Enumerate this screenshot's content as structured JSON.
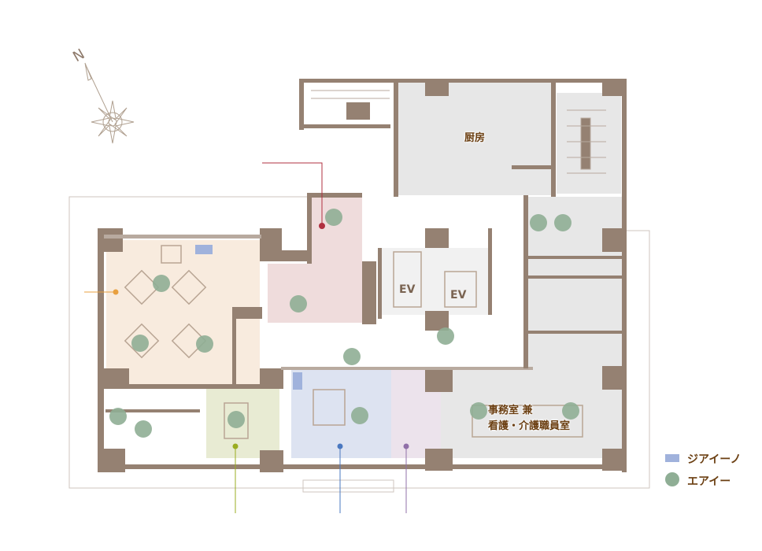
{
  "compass": {
    "north_label": "N"
  },
  "rooms": {
    "kitchen": "厨房",
    "ev1": "EV",
    "ev2": "EV",
    "office_line1": "事務室 兼",
    "office_line2": "看護・介護職員室"
  },
  "legend": {
    "items": [
      {
        "label": "ジアイーノ",
        "color": "#a0b2dc"
      },
      {
        "label": "エアイー",
        "color": "#8fae95"
      }
    ]
  },
  "colors": {
    "wall": "#958172",
    "dining": "#f8ebde",
    "pink": "#efdcdc",
    "green_room": "#e8ebd3",
    "blue_room": "#dde3f1",
    "purple_room": "#ece3ec",
    "gray_room": "#e7e7e7",
    "aii": "#8fae95",
    "ziaino": "#a0b2dc"
  }
}
